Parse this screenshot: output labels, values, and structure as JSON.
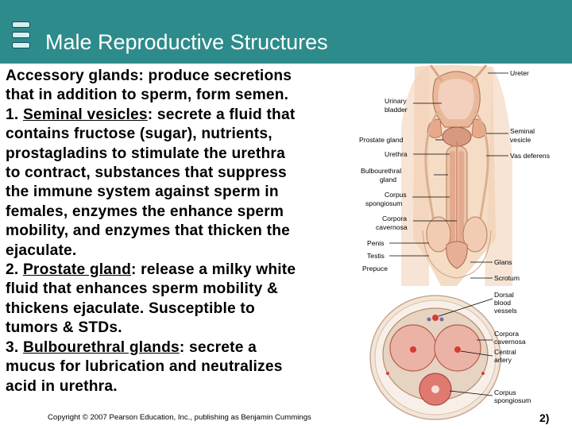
{
  "slide": {
    "title": "Male Reproductive Structures",
    "copyright": "Copyright © 2007 Pearson Education, Inc., publishing as Benjamin Cummings",
    "page_number": "2)"
  },
  "body": {
    "intro_l1": " Accessory glands: produce secretions",
    "intro_l2": "that in addition to sperm, form semen.",
    "item1_num": "1. ",
    "item1_term": "Seminal vesicles",
    "item1_l1_rest": ": secrete a fluid that",
    "item1_l2": "contains fructose (sugar), nutrients,",
    "item1_l3": "prostagladins to stimulate the urethra",
    "item1_l4": "to contract, substances that suppress",
    "item1_l5": "the immune system against sperm in",
    "item1_l6": "females, enzymes the enhance sperm",
    "item1_l7": "mobility, and enzymes that thicken the",
    "item1_l8": "ejaculate.",
    "item2_num": "2. ",
    "item2_term": "Prostate gland",
    "item2_l1_rest": ": release a milky white",
    "item2_l2": "fluid that enhances sperm mobility &",
    "item2_l3": "thickens ejaculate. Susceptible to",
    "item2_l4": "tumors & STDs.",
    "item3_num": "3. ",
    "item3_term": "Bulbourethral glands",
    "item3_l1_rest": ": secrete a",
    "item3_l2": "mucus for lubrication and neutralizes",
    "item3_l3": "acid in urethra."
  },
  "figure_labels": {
    "ureter": "Ureter",
    "urinary": "Urinary",
    "bladder": "bladder",
    "prostate_gland": "Prostate gland",
    "seminal": "Seminal",
    "vesicle": "vesicle",
    "urethra": "Urethra",
    "vas_deferens": "Vas deferens",
    "bulbourethral": "Bulbourethral",
    "gland": "gland",
    "corpus1": "Corpus",
    "spongiosum1": "spongiosum",
    "corpora1": "Corpora",
    "cavernosa1": "cavernosa",
    "penis": "Penis",
    "testis": "Testis",
    "glans": "Glans",
    "prepuce": "Prepuce",
    "scrotum": "Scrotum",
    "dorsal": "Dorsal",
    "blood": "blood",
    "vessels": "vessels",
    "corpora2": "Corpora",
    "cavernosa2": "cavernosa",
    "central": "Central",
    "artery": "artery",
    "corpus2": "Corpus",
    "spongiosum2": "spongiosum"
  },
  "colors": {
    "title_bar": "#2e8b8b",
    "skin": "#f5dcc5",
    "tissue": "#e9b89a",
    "red": "#d63b35"
  }
}
